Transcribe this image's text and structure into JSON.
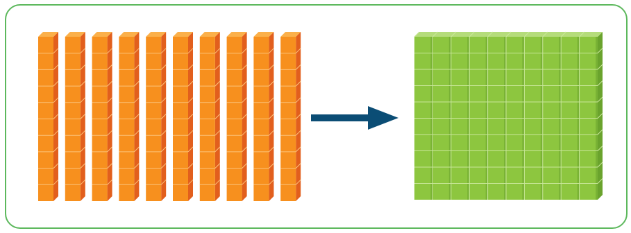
{
  "diagram": {
    "left_group": {
      "rods": 10,
      "cubes_per_rod": 10,
      "colors": {
        "front": "#f7901e",
        "top": "#fbb04a",
        "side": "#e25f1d",
        "edge": "#fcc37a"
      }
    },
    "arrow": {
      "color": "#0b4d75",
      "direction": "right"
    },
    "right_group": {
      "columns": 10,
      "rows": 10,
      "colors": {
        "front": "#8dc63f",
        "top": "#b5dc7b",
        "side": "#6aa32d",
        "edge": "#c9e79a"
      }
    },
    "frame_border_color": "#5cb85c"
  }
}
